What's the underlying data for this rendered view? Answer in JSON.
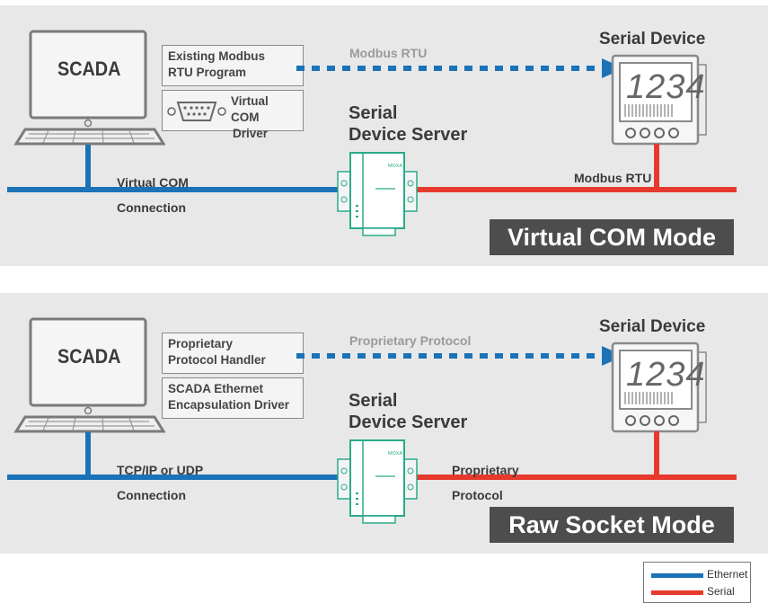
{
  "colors": {
    "ethernet": "#1a73b8",
    "serial": "#e63a2e",
    "device_server": "#2aaa8a",
    "mode_bg": "#4d4d4d"
  },
  "top": {
    "computer_label": "SCADA",
    "box1": [
      "Existing Modbus",
      "RTU Program"
    ],
    "box2": [
      "Virtual COM",
      "Driver"
    ],
    "box2_icon": "serial-port-icon",
    "protocol_arrow_label": "Modbus RTU",
    "serial_device_title": "Serial Device",
    "display_value": "1234",
    "device_server_title": [
      "Serial",
      "Device Server"
    ],
    "ethernet_label": [
      "Virtual COM",
      "Connection"
    ],
    "serial_label": [
      "Modbus RTU"
    ],
    "mode_label": "Virtual COM Mode"
  },
  "bottom": {
    "computer_label": "SCADA",
    "box1": [
      "Proprietary",
      "Protocol Handler"
    ],
    "box2": [
      "SCADA Ethernet",
      "Encapsulation Driver"
    ],
    "protocol_arrow_label": "Proprietary Protocol",
    "serial_device_title": "Serial Device",
    "display_value": "1234",
    "device_server_title": [
      "Serial",
      "Device Server"
    ],
    "ethernet_label": [
      "TCP/IP or UDP",
      "Connection"
    ],
    "serial_label": [
      "Proprietary",
      "Protocol"
    ],
    "mode_label": "Raw Socket Mode"
  },
  "device_server_brand": "MOXA",
  "legend": {
    "items": [
      {
        "name": "Ethernet",
        "color": "#1a73b8"
      },
      {
        "name": "Serial",
        "color": "#e63a2e"
      }
    ]
  }
}
